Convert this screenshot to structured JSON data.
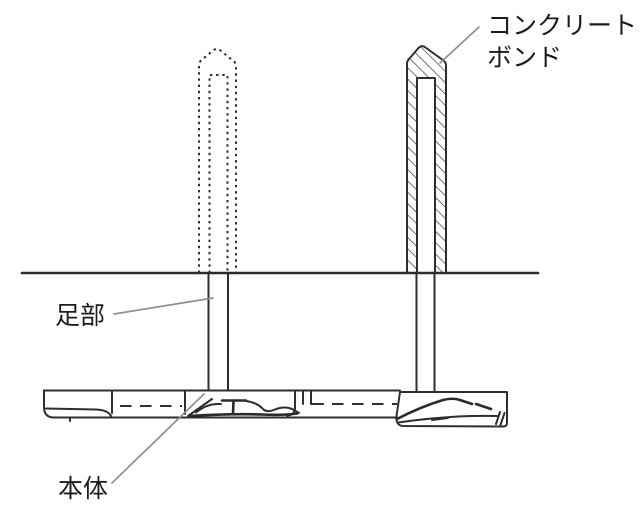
{
  "figure": {
    "title": "concrete-bond-post-anchor-diagram",
    "labels": {
      "concrete_bond_line1": "コンクリート",
      "concrete_bond_line2": "ボンド",
      "foot": "足部",
      "body": "本体"
    },
    "elements": {
      "ground_line": "ground-surface-line",
      "phantom_post": "dotted-phantom-post-left",
      "bonded_post": "hatched-concrete-bond-post-right",
      "base_rail": "buried-base-body-rail"
    },
    "colors": {
      "line": "#2e2e2e",
      "leader_line": "#8f8f8f",
      "text": "#1c1c1c",
      "background": "#ffffff"
    }
  }
}
